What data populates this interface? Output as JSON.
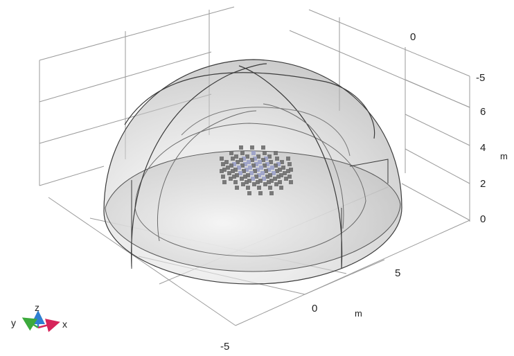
{
  "graphics": {
    "background_color": "#ffffff",
    "grid_color": "#9a9a9a",
    "dome_edge_color": "#3a3a3a",
    "dome_fill_color": "#c8c8c8",
    "cube_color": "#6e6e6e",
    "cube_highlight_color": "#9aa0c8",
    "y_axis_ticks": [
      "0",
      "-5"
    ],
    "x_axis_ticks": [
      "5",
      "0",
      "-5"
    ],
    "z_axis_ticks": [
      "6",
      "4",
      "2",
      "0"
    ],
    "x_axis_unit": "m",
    "z_axis_unit": "m"
  },
  "triad": {
    "x_label": "x",
    "y_label": "y",
    "z_label": "z",
    "x_color": "#d6245a",
    "y_color": "#3caa3c",
    "z_color": "#2f7fd1"
  }
}
